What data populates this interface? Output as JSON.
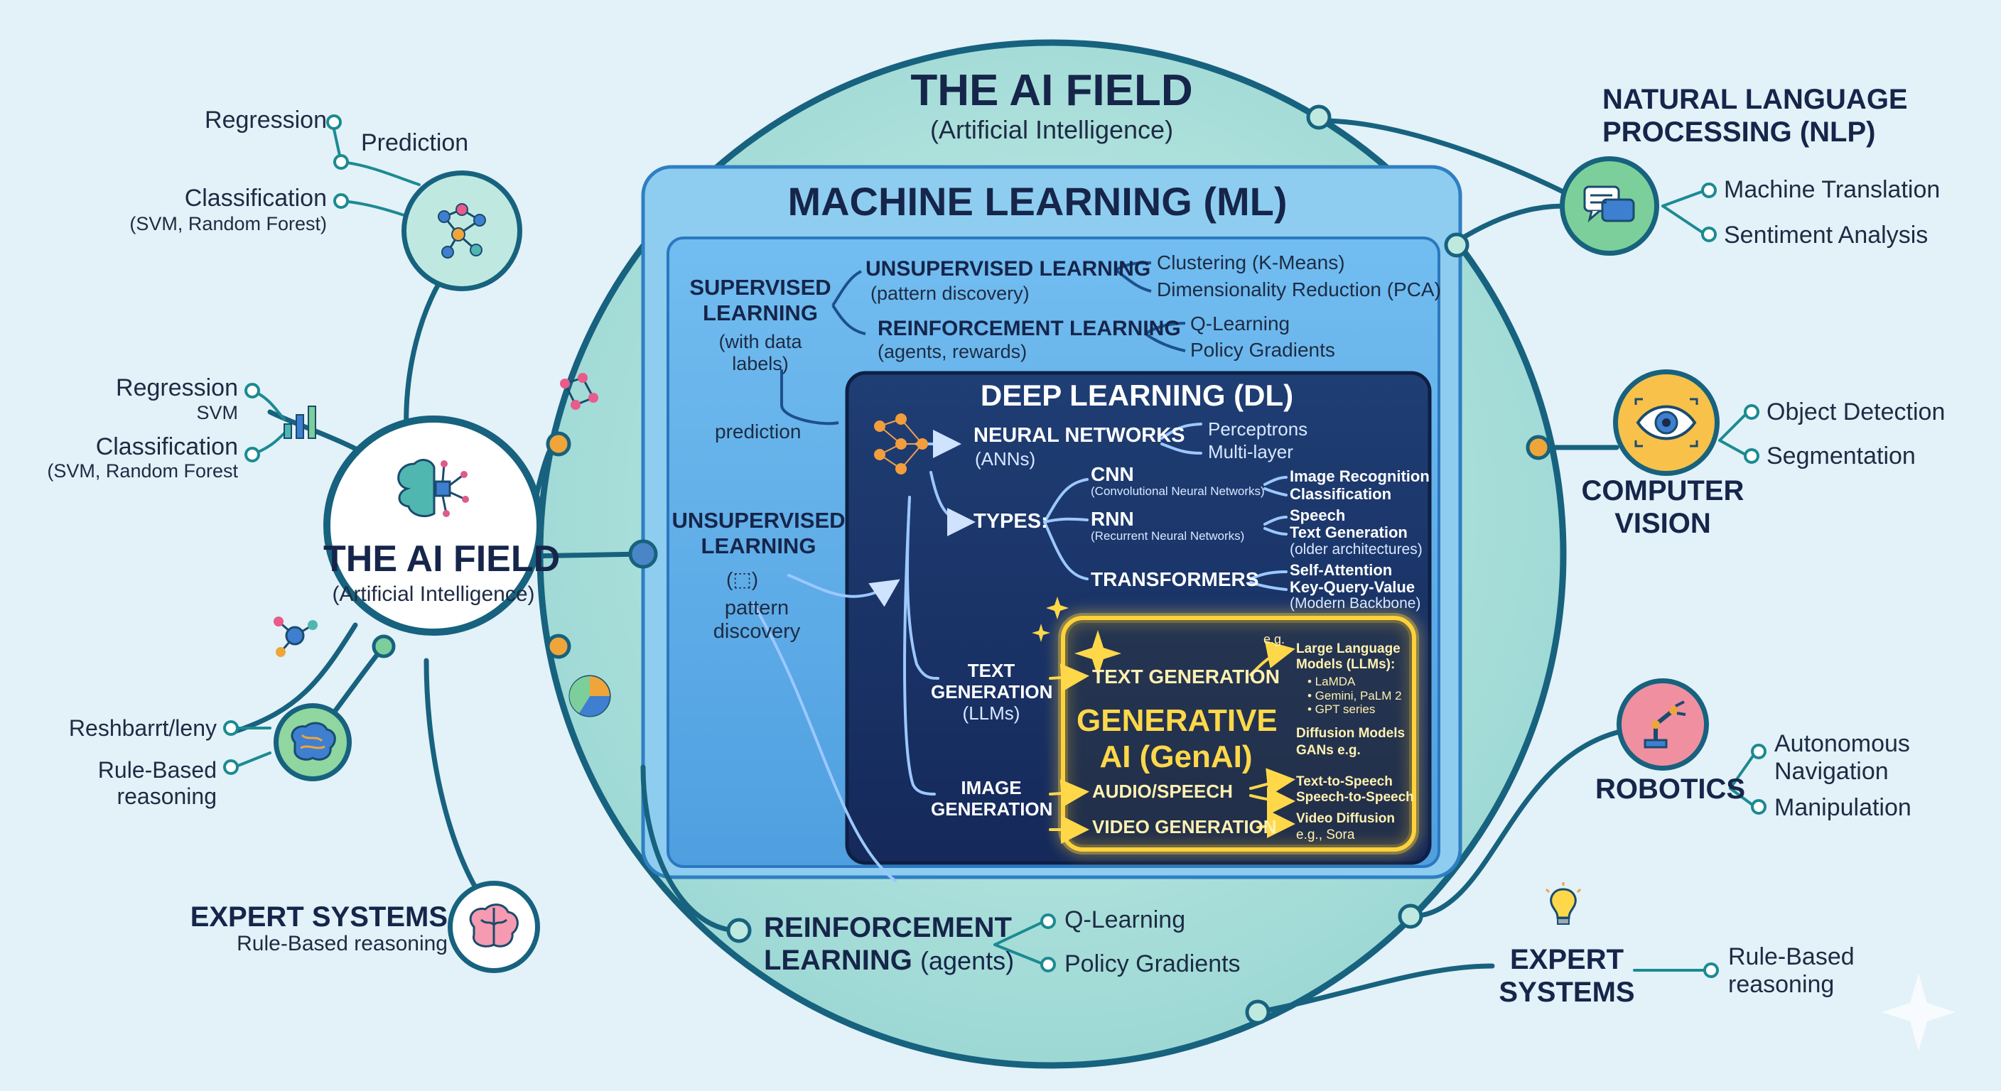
{
  "ai_field": {
    "title": "THE AI FIELD",
    "subtitle": "(Artificial Intelligence)"
  },
  "ml": {
    "title": "MACHINE LEARNING (ML)",
    "supervised": {
      "title_1": "SUPERVISED",
      "title_2": "LEARNING",
      "note_1": "(with data",
      "note_2": "labels)",
      "prediction": "prediction"
    },
    "unsupervised_top": {
      "title": "UNSUPERVISED LEARNING",
      "note": "(pattern discovery)",
      "items": [
        "Clustering (K-Means)",
        "Dimensionality Reduction (PCA)"
      ]
    },
    "reinforcement_top": {
      "title": "REINFORCEMENT LEARNING",
      "note": "(agents, rewards)",
      "items": [
        "Q-Learning",
        "Policy Gradients"
      ]
    },
    "unsupervised_side": {
      "title_1": "UNSUPERVISED",
      "title_2": "LEARNING",
      "icon_glyph": "(⬚)",
      "note_1": "pattern",
      "note_2": "discovery"
    }
  },
  "dl": {
    "title": "DEEP LEARNING (DL)",
    "neural_networks": {
      "title": "NEURAL NETWORKS",
      "note": "(ANNs)",
      "items": [
        "Perceptrons",
        "Multi-layer"
      ]
    },
    "types_label": "TYPES:",
    "cnn": {
      "title": "CNN",
      "note": "(Convolutional Neural Networks)",
      "items": [
        "Image Recognition",
        "Classification"
      ]
    },
    "rnn": {
      "title": "RNN",
      "note": "(Recurrent Neural Networks)",
      "items": [
        "Speech",
        "Text Generation"
      ],
      "extra": "(older architectures)"
    },
    "transformers": {
      "title": "TRANSFORMERS",
      "items": [
        "Self-Attention",
        "Key-Query-Value"
      ],
      "extra": "(Modern Backbone)"
    },
    "text_generation": {
      "line_1": "TEXT",
      "line_2": "GENERATION",
      "line_3": "(LLMs)"
    },
    "image_generation": {
      "line_1": "IMAGE",
      "line_2": "GENERATION"
    }
  },
  "genai": {
    "title_1": "GENERATIVE",
    "title_2": "AI (GenAI)",
    "text_generation": "TEXT GENERATION",
    "eg": "e.g.",
    "llm_1": "Large Language",
    "llm_2": "Models (LLMs):",
    "llm_examples": [
      "• LaMDA",
      "• Gemini, PaLM 2",
      "• GPT series"
    ],
    "diffusion": "Diffusion Models",
    "gans": "GANs e.g.",
    "audio_speech": "AUDIO/SPEECH",
    "audio_items": [
      "Text-to-Speech",
      "Speech-to-Speech"
    ],
    "video_generation": "VIDEO GENERATION",
    "video_items": [
      "Video Diffusion",
      "e.g., Sora"
    ]
  },
  "hub": {
    "title": "THE AI FIELD",
    "subtitle": "(Artificial Intelligence)"
  },
  "left": {
    "ml_top": {
      "regression": "Regression",
      "prediction": "Prediction",
      "classification": "Classification",
      "classification_note": "(SVM, Random Forest)"
    },
    "ml_mid": {
      "regression": "Regression",
      "svm": "SVM",
      "classification": "Classification",
      "classification_note": "(SVM, Random Forest"
    },
    "misc": {
      "item_1": "Reshbarrt/leny",
      "item_2_line_1": "Rule-Based",
      "item_2_line_2": "reasoning"
    },
    "expert": {
      "title": "EXPERT SYSTEMS",
      "note": "Rule-Based reasoning"
    }
  },
  "right": {
    "nlp": {
      "title_1": "NATURAL LANGUAGE",
      "title_2": "PROCESSING (NLP)",
      "items": [
        "Machine Translation",
        "Sentiment Analysis"
      ]
    },
    "cv": {
      "title_1": "COMPUTER",
      "title_2": "VISION",
      "items": [
        "Object Detection",
        "Segmentation"
      ]
    },
    "robotics": {
      "title": "ROBOTICS",
      "item_1_line_1": "Autonomous",
      "item_1_line_2": "Navigation",
      "item_2": "Manipulation"
    },
    "expert": {
      "title_1": "EXPERT",
      "title_2": "SYSTEMS",
      "item_line_1": "Rule-Based",
      "item_line_2": "reasoning"
    }
  },
  "bottom": {
    "rl": {
      "title_1": "REINFORCEMENT",
      "title_2": "LEARNING",
      "note": "(agents)",
      "items": [
        "Q-Learning",
        "Policy Gradients"
      ]
    }
  },
  "colors": {
    "background": "#e3f1f8",
    "ai_circle": "#aee0dc",
    "ml_box": "#5aa9e6",
    "dl_box": "#1a3566",
    "genai_glow": "#ffd23a",
    "line": "#17627e"
  }
}
